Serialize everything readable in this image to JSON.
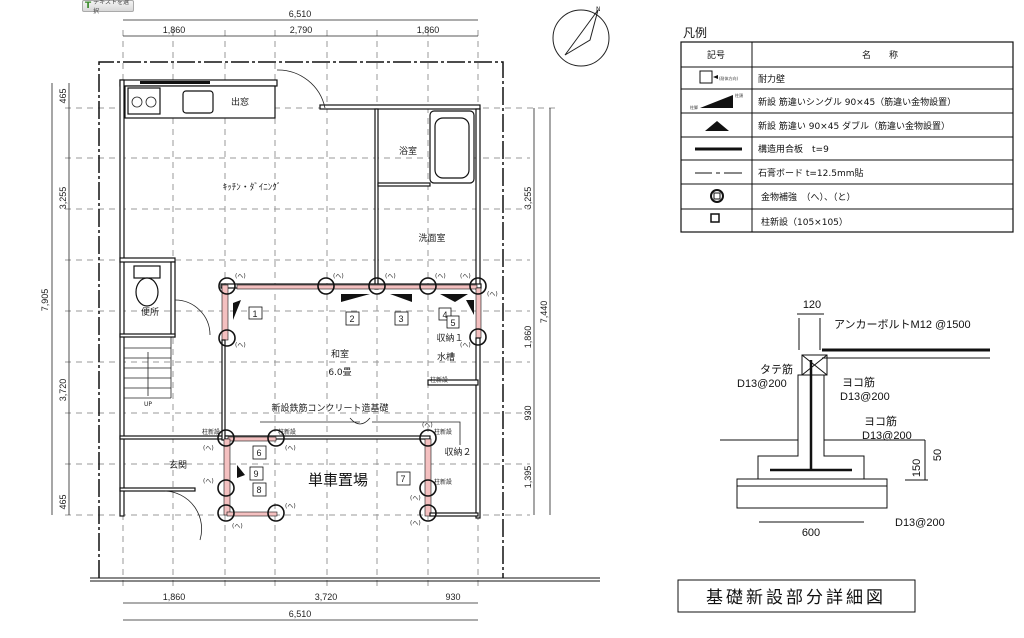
{
  "toolbar": {
    "select_text_label": "テキストを選択",
    "select_text_icon": "text-select-icon"
  },
  "plan": {
    "dims_top": {
      "total": "6,510",
      "segments": [
        "1,860",
        "2,790",
        "1,860"
      ]
    },
    "dims_bottom": {
      "total": "6,510",
      "segments": [
        "1,860",
        "3,720",
        "930"
      ]
    },
    "dims_left": {
      "total": "7,905",
      "segments": [
        "465",
        "3,255",
        "3,720",
        "465"
      ]
    },
    "dims_right": {
      "total": "7,440",
      "segments": [
        "3,255",
        "1,860",
        "930",
        "1,395"
      ]
    },
    "rooms": {
      "bay_window": "出窓",
      "kitchen": "ｷｯﾁﾝ・ﾀﾞｲﾆﾝｸﾞ",
      "bath": "浴室",
      "washroom": "洗面室",
      "toilet": "便所",
      "stairs_up": "UP",
      "washitsu": "和室",
      "washitsu_size": "6.0畳",
      "foundation_note": "新設鉄筋コンクリート造基礎",
      "storage1": "収納１",
      "water_tank": "水槽",
      "entrance": "玄関",
      "bike_parking": "単車置場",
      "storage2": "収納２"
    },
    "hardware_mark": "(へ)",
    "new_column_mark": "柱新設",
    "wall_numbers": [
      "1",
      "2",
      "3",
      "4",
      "5",
      "6",
      "7",
      "8",
      "9"
    ]
  },
  "legend": {
    "title": "凡例",
    "header_symbol": "記号",
    "header_name": "名　　称",
    "wall_direction_note": "(耐体方向)",
    "col_top": "柱頭",
    "col_bottom": "柱脚",
    "rows": [
      "耐力壁",
      "新設 筋違いシングル 90×45（筋違い金物設置）",
      "新設 筋違い 90×45 ダブル（筋違い金物設置）",
      "構造用合板　t=9",
      "石膏ボード t=12.5mm貼",
      "金物補強　（へ）、（と）",
      "柱新設（105×105）"
    ]
  },
  "detail": {
    "width_top": "120",
    "anchor_bolt": "アンカーボルトM12 @1500",
    "vertical_rebar": "タテ筋",
    "vertical_rebar_spec": "D13@200",
    "horizontal_rebar1": "ヨコ筋",
    "horizontal_rebar1_spec": "D13@200",
    "horizontal_rebar2": "ヨコ筋",
    "horizontal_rebar2_spec": "D13@200",
    "dim_50": "50",
    "dim_150": "150",
    "footing_width": "600",
    "bottom_rebar_spec": "D13@200",
    "title": "基礎新設部分詳細図"
  },
  "colors": {
    "shear_wall_fill": "#f4c0c0",
    "line": "#111111",
    "grid": "#999999"
  }
}
